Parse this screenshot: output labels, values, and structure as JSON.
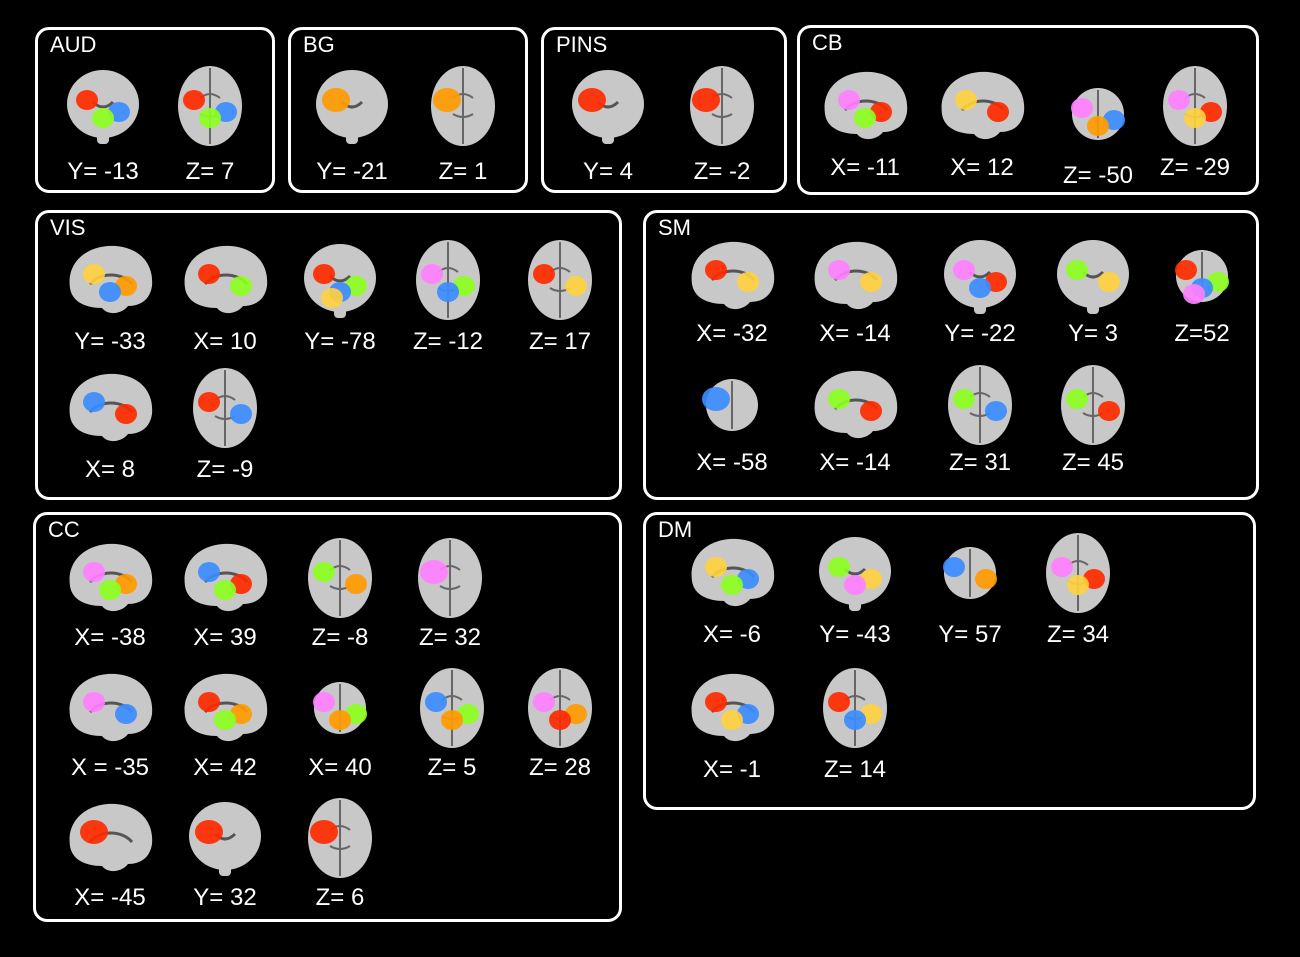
{
  "colors": {
    "background": "#000000",
    "border": "#ffffff",
    "brain_gray": "#c8c8c8",
    "blob_red": "#ff2a00",
    "blob_orange": "#ff9a00",
    "blob_yellow": "#ffd040",
    "blob_green": "#8cff20",
    "blob_blue": "#3c8cff",
    "blob_pink": "#ff80ff"
  },
  "panels": [
    {
      "id": "aud",
      "title": "AUD",
      "slices": [
        {
          "view": "coronal",
          "label": "Y= -13",
          "blobs": [
            "red",
            "blue",
            "green"
          ]
        },
        {
          "view": "axial",
          "label": "Z= 7",
          "blobs": [
            "red",
            "blue",
            "green"
          ]
        }
      ]
    },
    {
      "id": "bg",
      "title": "BG",
      "slices": [
        {
          "view": "coronal",
          "label": "Y= -21",
          "blobs": [
            "orange"
          ]
        },
        {
          "view": "axial",
          "label": "Z= 1",
          "blobs": [
            "orange"
          ]
        }
      ]
    },
    {
      "id": "pins",
      "title": "PINS",
      "slices": [
        {
          "view": "coronal",
          "label": "Y= 4",
          "blobs": [
            "red"
          ]
        },
        {
          "view": "axial",
          "label": "Z= -2",
          "blobs": [
            "red"
          ]
        }
      ]
    },
    {
      "id": "cb",
      "title": "CB",
      "slices": [
        {
          "view": "sagittal",
          "label": "X= -11",
          "blobs": [
            "pink",
            "red",
            "green"
          ]
        },
        {
          "view": "sagittal",
          "label": "X= 12",
          "blobs": [
            "yellow",
            "red"
          ]
        },
        {
          "view": "small",
          "label": "Z= -50",
          "blobs": [
            "pink",
            "blue",
            "orange"
          ]
        },
        {
          "view": "axial",
          "label": "Z= -29",
          "blobs": [
            "pink",
            "red",
            "yellow"
          ]
        }
      ]
    },
    {
      "id": "vis",
      "title": "VIS",
      "slices": [
        {
          "view": "sagittal",
          "label": "Y= -33",
          "blobs": [
            "yellow",
            "orange",
            "blue"
          ]
        },
        {
          "view": "sagittal",
          "label": "X= 10",
          "blobs": [
            "red",
            "green"
          ]
        },
        {
          "view": "coronal",
          "label": "Y= -78",
          "blobs": [
            "red",
            "green",
            "blue",
            "yellow"
          ]
        },
        {
          "view": "axial",
          "label": "Z= -12",
          "blobs": [
            "pink",
            "green",
            "blue"
          ]
        },
        {
          "view": "axial",
          "label": "Z= 17",
          "blobs": [
            "red",
            "yellow"
          ]
        },
        {
          "view": "sagittal",
          "label": "X= 8",
          "blobs": [
            "blue",
            "red"
          ]
        },
        {
          "view": "axial",
          "label": "Z= -9",
          "blobs": [
            "red",
            "blue"
          ]
        }
      ]
    },
    {
      "id": "sm",
      "title": "SM",
      "slices": [
        {
          "view": "sagittal",
          "label": "X= -32",
          "blobs": [
            "red",
            "yellow"
          ]
        },
        {
          "view": "sagittal",
          "label": "X= -14",
          "blobs": [
            "pink",
            "yellow"
          ]
        },
        {
          "view": "coronal",
          "label": "Y= -22",
          "blobs": [
            "pink",
            "red",
            "blue"
          ]
        },
        {
          "view": "coronal",
          "label": "Y= 3",
          "blobs": [
            "green",
            "yellow"
          ]
        },
        {
          "view": "small",
          "label": "Z=52",
          "blobs": [
            "red",
            "green",
            "blue",
            "pink"
          ]
        },
        {
          "view": "small",
          "label": "X= -58",
          "blobs": [
            "blue"
          ]
        },
        {
          "view": "sagittal",
          "label": "X= -14",
          "blobs": [
            "green",
            "red"
          ]
        },
        {
          "view": "axial",
          "label": "Z= 31",
          "blobs": [
            "green",
            "blue"
          ]
        },
        {
          "view": "axial",
          "label": "Z= 45",
          "blobs": [
            "green",
            "red"
          ]
        }
      ]
    },
    {
      "id": "cc",
      "title": "CC",
      "slices": [
        {
          "view": "sagittal",
          "label": "X= -38",
          "blobs": [
            "pink",
            "orange",
            "green"
          ]
        },
        {
          "view": "sagittal",
          "label": "X= 39",
          "blobs": [
            "blue",
            "red",
            "green"
          ]
        },
        {
          "view": "axial",
          "label": "Z= -8",
          "blobs": [
            "green",
            "orange"
          ]
        },
        {
          "view": "axial",
          "label": "Z= 32",
          "blobs": [
            "pink"
          ]
        },
        {
          "view": "sagittal",
          "label": "X = -35",
          "blobs": [
            "pink",
            "blue"
          ]
        },
        {
          "view": "sagittal",
          "label": "X= 42",
          "blobs": [
            "red",
            "orange",
            "green"
          ]
        },
        {
          "view": "small",
          "label": "X= 40",
          "blobs": [
            "pink",
            "green",
            "orange"
          ]
        },
        {
          "view": "axial",
          "label": "Z= 5",
          "blobs": [
            "blue",
            "green",
            "orange"
          ]
        },
        {
          "view": "axial",
          "label": "Z= 28",
          "blobs": [
            "pink",
            "orange",
            "red"
          ]
        },
        {
          "view": "sagittal",
          "label": "X= -45",
          "blobs": [
            "red"
          ]
        },
        {
          "view": "coronal",
          "label": "Y= 32",
          "blobs": [
            "red"
          ]
        },
        {
          "view": "axial",
          "label": "Z= 6",
          "blobs": [
            "red"
          ]
        }
      ]
    },
    {
      "id": "dm",
      "title": "DM",
      "slices": [
        {
          "view": "sagittal",
          "label": "X= -6",
          "blobs": [
            "yellow",
            "blue",
            "green"
          ]
        },
        {
          "view": "coronal",
          "label": "Y= -43",
          "blobs": [
            "green",
            "yellow",
            "pink"
          ]
        },
        {
          "view": "small",
          "label": "Y= 57",
          "blobs": [
            "blue",
            "orange"
          ]
        },
        {
          "view": "axial",
          "label": "Z= 34",
          "blobs": [
            "pink",
            "red",
            "yellow"
          ]
        },
        {
          "view": "sagittal",
          "label": "X= -1",
          "blobs": [
            "red",
            "blue",
            "yellow"
          ]
        },
        {
          "view": "axial",
          "label": "Z= 14",
          "blobs": [
            "red",
            "yellow",
            "blue"
          ]
        }
      ]
    }
  ]
}
